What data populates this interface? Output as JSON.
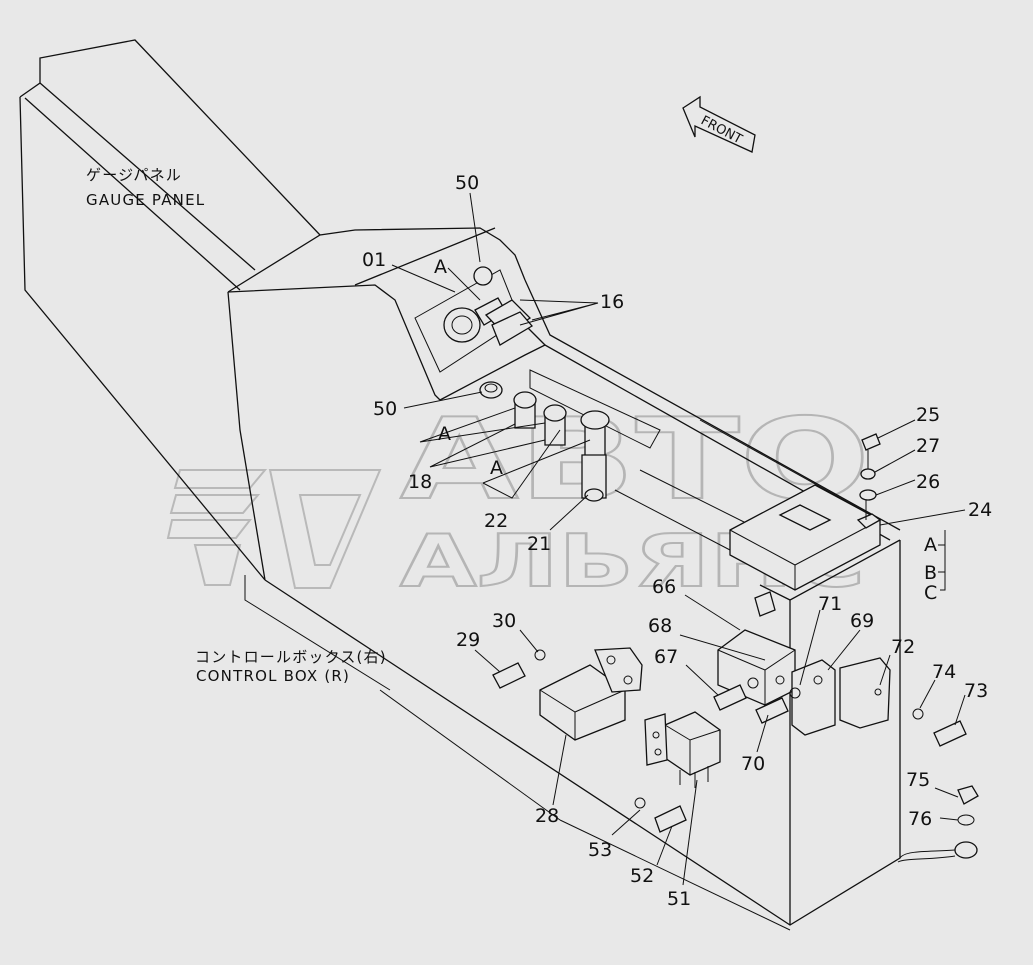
{
  "captions": {
    "gauge_panel_jp": "ゲージパネル",
    "gauge_panel_en": "GAUGE PANEL",
    "control_box_jp": "コントロールボックス(右)",
    "control_box_en": "CONTROL BOX (R)",
    "front": "FRONT"
  },
  "watermark": {
    "line1": "АВТО",
    "line2": "АЛЬЯНС"
  },
  "parts": {
    "p50a": "50",
    "p01": "01",
    "pA1": "A",
    "p16": "16",
    "p50b": "50",
    "pA2": "A",
    "p18": "18",
    "pA3": "A",
    "p22": "22",
    "p21": "21",
    "p25": "25",
    "p27": "27",
    "p26": "26",
    "p24": "24",
    "sA": "A",
    "sB": "B",
    "sC": "C",
    "p66": "66",
    "p71": "71",
    "p69": "69",
    "p68": "68",
    "p72": "72",
    "p30": "30",
    "p29": "29",
    "p67": "67",
    "p74": "74",
    "p73": "73",
    "p70": "70",
    "p75": "75",
    "p76": "76",
    "p28": "28",
    "p53": "53",
    "p52": "52",
    "p51": "51"
  }
}
